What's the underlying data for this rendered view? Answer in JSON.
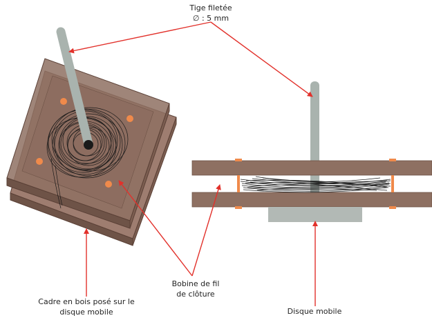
{
  "labels": {
    "threaded_rod": {
      "line1": "Tige filetée",
      "line2": "∅ : 5 mm"
    },
    "fence_wire_coil": {
      "line1": "Bobine de fil",
      "line2": "de clôture"
    },
    "wooden_frame": {
      "line1": "Cadre en bois posé sur le",
      "line2": "disque mobile"
    },
    "mobile_disk": {
      "line1": "Disque mobile"
    }
  },
  "colors": {
    "wood_front": "#8e7062",
    "wood_top": "#a8877a",
    "wood_dark": "#6e5347",
    "rod": "#a9b3ae",
    "disk": "#b2b9b5",
    "spacer": "#f08a4b",
    "wire": "#1a1a1a",
    "arrow": "#e2312b"
  }
}
